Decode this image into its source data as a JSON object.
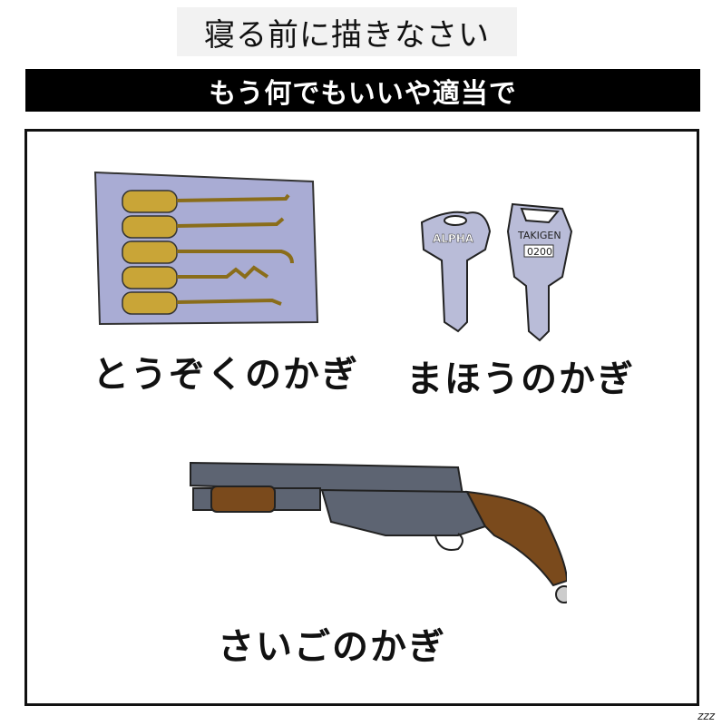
{
  "title": "寝る前に描きなさい",
  "subtitle": "もう何でもいいや適当で",
  "items": [
    {
      "label": "とうぞくのかぎ"
    },
    {
      "label": "まほうのかぎ",
      "key_texts": [
        "ALPHA",
        "TAKIGEN",
        "0200"
      ]
    },
    {
      "label": "さいごのかぎ"
    }
  ],
  "signature": "zzz",
  "colors": {
    "pouch": "#a9acd4",
    "brass": "#c9a537",
    "key": "#b9bcd8",
    "gun_metal": "#5d6472",
    "wood": "#7a4a1c"
  }
}
